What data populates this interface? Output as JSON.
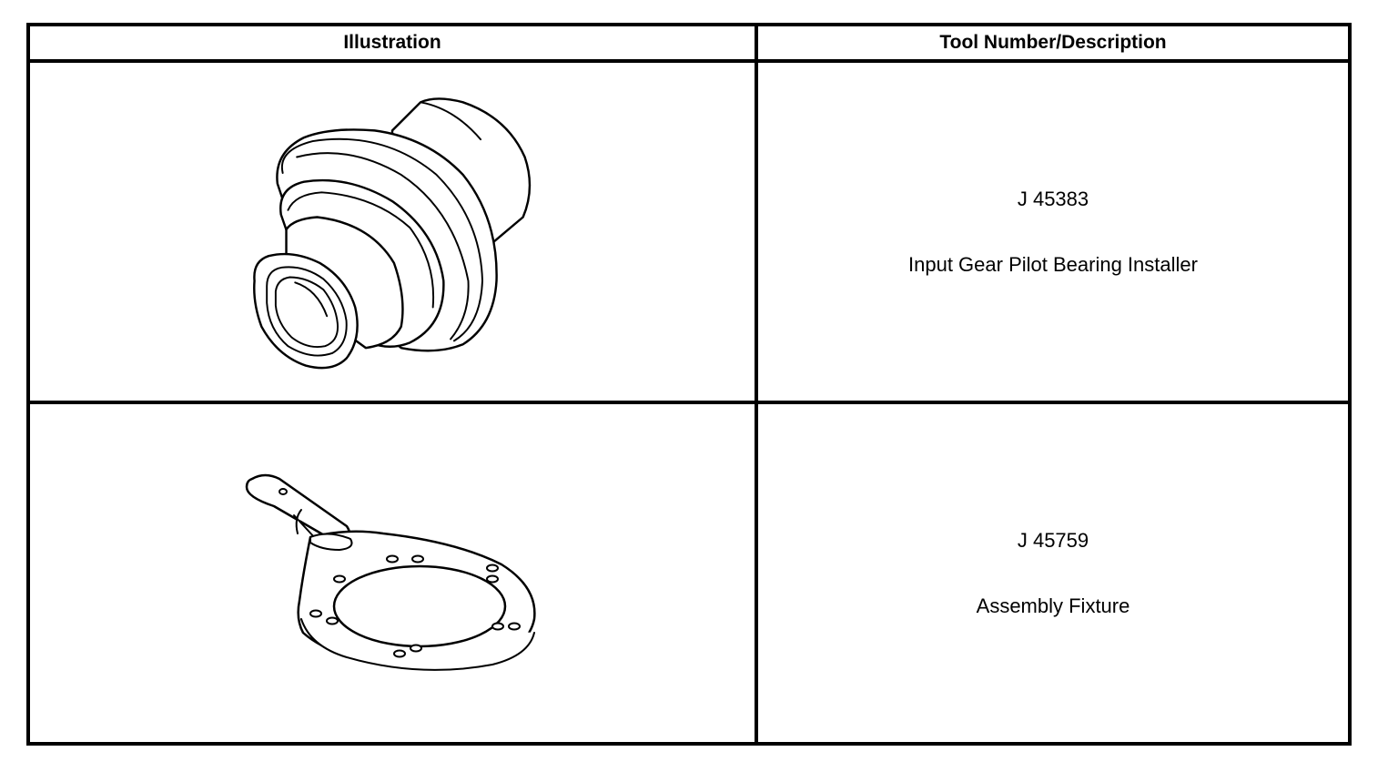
{
  "table": {
    "headers": {
      "illustration": "Illustration",
      "tool": "Tool Number/Description"
    },
    "rows": [
      {
        "tool_number": "J 45383",
        "description": "Input Gear Pilot Bearing Installer",
        "illustration_icon": "bearing-installer-icon"
      },
      {
        "tool_number": "J 45759",
        "description": "Assembly Fixture",
        "illustration_icon": "assembly-fixture-icon"
      }
    ]
  }
}
